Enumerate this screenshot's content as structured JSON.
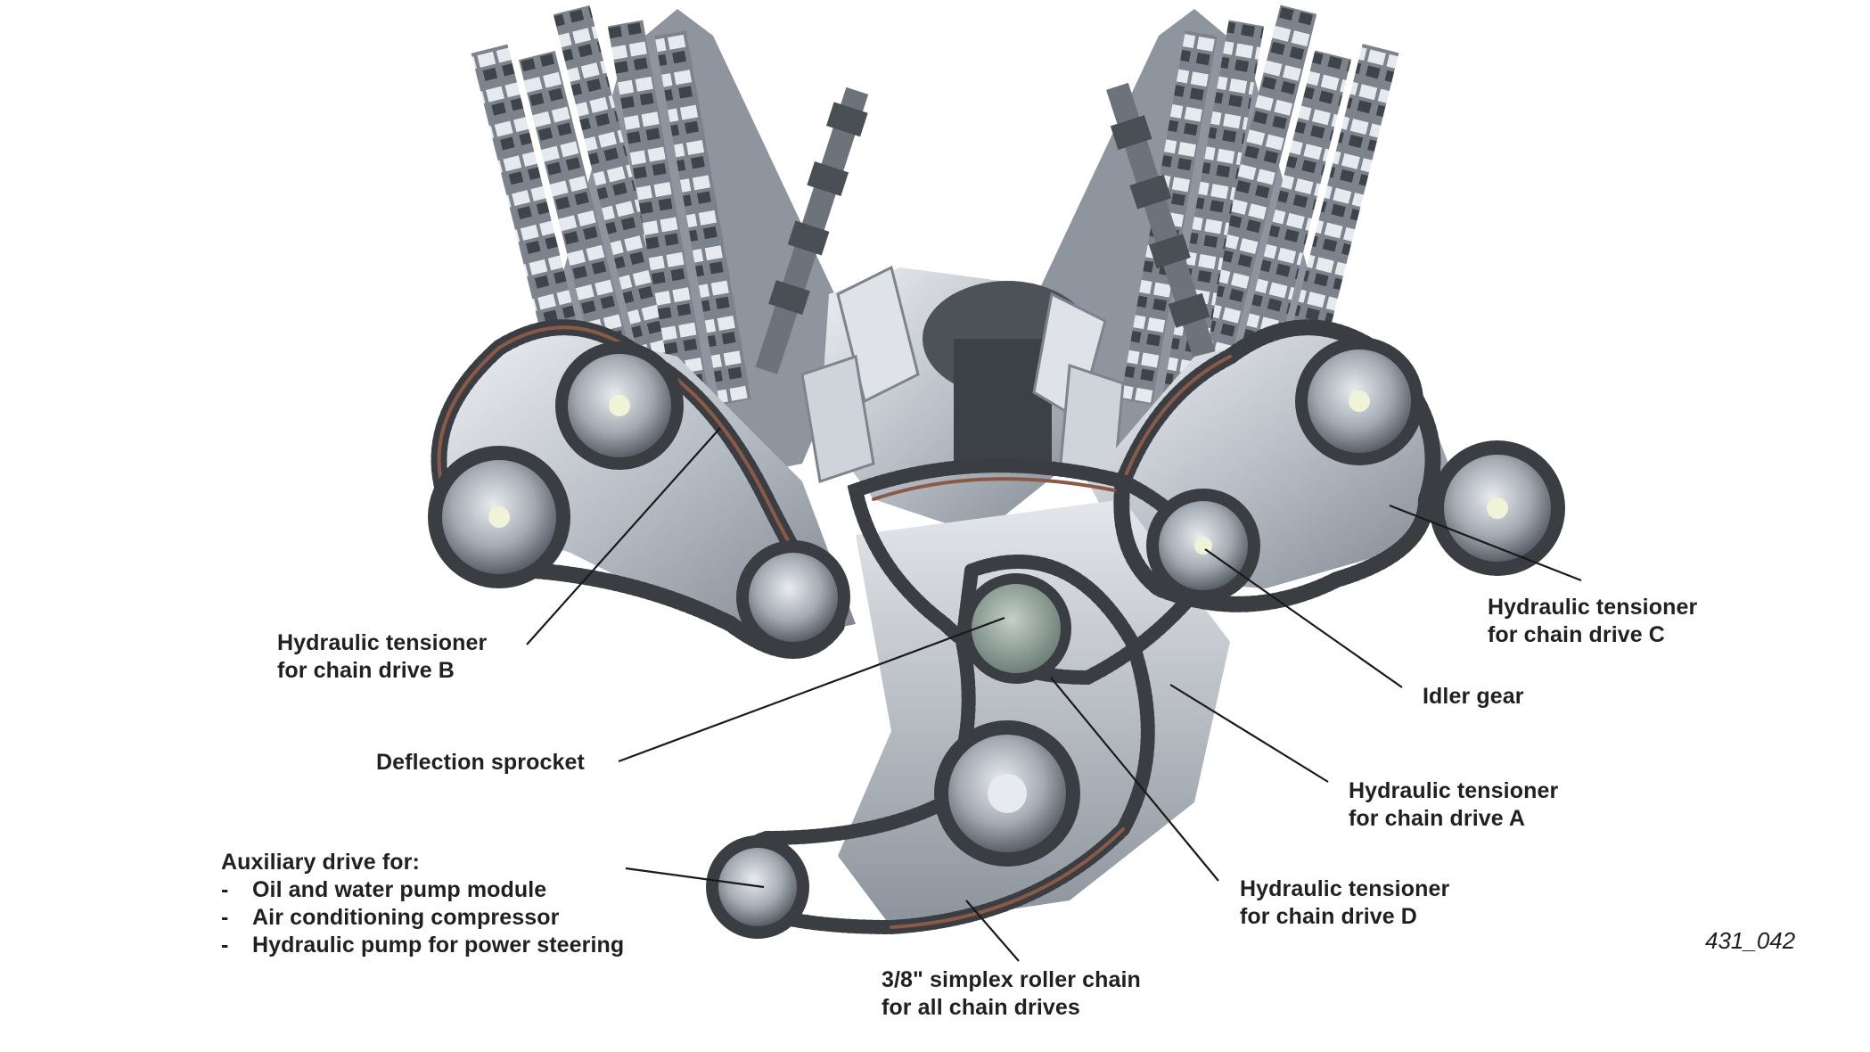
{
  "figure": {
    "title": "V8 engine chain drive layout",
    "figure_number": "431_042",
    "colors": {
      "background": "#ffffff",
      "text": "#231f20",
      "leader_line": "#1a1a1a",
      "metal_light": "#d9dde3",
      "metal_mid": "#9aa1aa",
      "metal_dark": "#4b5058",
      "chain_dark": "#3a3d42",
      "chain_copper": "#8a5a46",
      "sprocket_green": "#8fa39a"
    }
  },
  "labels": {
    "tensioner_b": {
      "line1": "Hydraulic tensioner",
      "line2": "for chain drive B"
    },
    "tensioner_c": {
      "line1": "Hydraulic tensioner",
      "line2": "for chain drive C"
    },
    "idler_gear": {
      "text": "Idler gear"
    },
    "deflection_sprocket": {
      "text": "Deflection sprocket"
    },
    "tensioner_a": {
      "line1": "Hydraulic tensioner",
      "line2": "for chain drive A"
    },
    "tensioner_d": {
      "line1": "Hydraulic tensioner",
      "line2": "for chain drive D"
    },
    "auxiliary_drive": {
      "heading": "Auxiliary drive for:",
      "items": [
        {
          "dash": "-",
          "text": "Oil and water pump module"
        },
        {
          "dash": "-",
          "text": "Air conditioning compressor"
        },
        {
          "dash": "-",
          "text": "Hydraulic pump for power steering"
        }
      ]
    },
    "roller_chain": {
      "line1": "3/8\" simplex roller chain",
      "line2": "for all chain drives"
    }
  }
}
